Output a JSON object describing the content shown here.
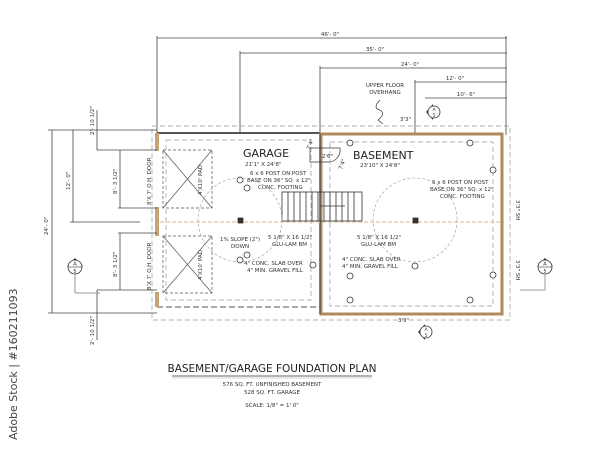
{
  "drawing": {
    "title": "BASEMENT/GARAGE FOUNDATION PLAN",
    "area_lines": [
      "576 SQ. FT. UNFINISHED BASEMENT",
      "528 SQ. FT. GARAGE"
    ],
    "scale": "SCALE: 1/8\" = 1' 0\""
  },
  "rooms": {
    "garage": {
      "name": "GARAGE",
      "size": "21'1\" X 24'8\""
    },
    "basement": {
      "name": "BASEMENT",
      "size": "23'10\" X 24'8\""
    }
  },
  "dimensions": {
    "top": [
      "46'- 0\"",
      "35'- 0\"",
      "24'- 0\"",
      "12'- 0\"",
      "10'- 6\""
    ],
    "left_total": "24'- 0\"",
    "left_half": "12'- 0\"",
    "left_door_1": "8'- 3 1/2\"",
    "left_door_2": "8'- 3 1/2\"",
    "left_top_offset": "2'- 10 1/2\"",
    "left_bottom_offset": "2'- 10 1/2\"",
    "door_width": "2'6\"",
    "door_jamb": "7'4\"",
    "hall": "7'4\"",
    "overhang_top": "3'3\"",
    "overhang_bottom": "3'3\"",
    "window_1": "3'3\" SH",
    "window_2": "3'3\" SH"
  },
  "notes": {
    "overhang": [
      "UPPER FLOOR",
      "OVERHANG"
    ],
    "post_garage": [
      "6 x 6 POST ON POST",
      "BASE ON 36\" SQ. x 12\"",
      "CONC. FOOTING"
    ],
    "post_basement": [
      "6 x 6 POST ON POST",
      "BASE ON 36\" SQ. x 12\"",
      "CONC. FOOTING"
    ],
    "beam_garage": [
      "5 1/8\" X 16 1/2\"",
      "GLU-LAM BM"
    ],
    "beam_basement": [
      "5 1/8\" X 16 1/2\"",
      "GLU-LAM BM"
    ],
    "slope": [
      "1% SLOPE (2\")",
      "DOWN"
    ],
    "slab_garage": [
      "4\" CONC. SLAB OVER",
      "4\" MIN. GRAVEL FILL"
    ],
    "slab_basement": [
      "4\" CONC. SLAB OVER",
      "4\" MIN. GRAVEL FILL"
    ],
    "garage_door_1": "8'X 7' O.H. DOOR",
    "garage_door_2": "8'X 7' O.H. DOOR",
    "pad_1": "4'X10' PAD",
    "pad_2": "4'X10' PAD"
  },
  "section_marker": {
    "top": "A",
    "bottom": "5"
  },
  "watermark": "Adobe Stock | #160211093",
  "colors": {
    "line": "#333333",
    "wall": "#b08a5a",
    "dash": "#999999",
    "beam": "#e0c89a"
  }
}
